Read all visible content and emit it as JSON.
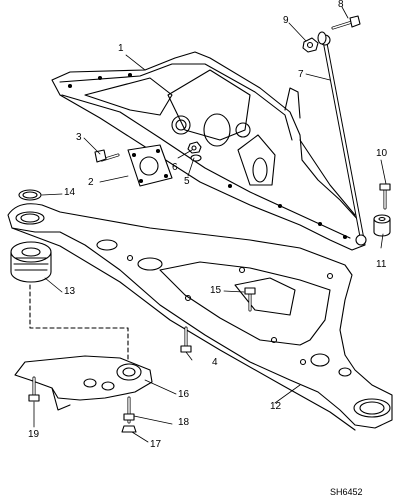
{
  "diagram": {
    "code": "SH6452",
    "callouts": [
      "1",
      "2",
      "3",
      "4",
      "5",
      "6",
      "7",
      "8",
      "9",
      "10",
      "11",
      "12",
      "13",
      "14",
      "15",
      "16",
      "17",
      "18",
      "19"
    ]
  }
}
